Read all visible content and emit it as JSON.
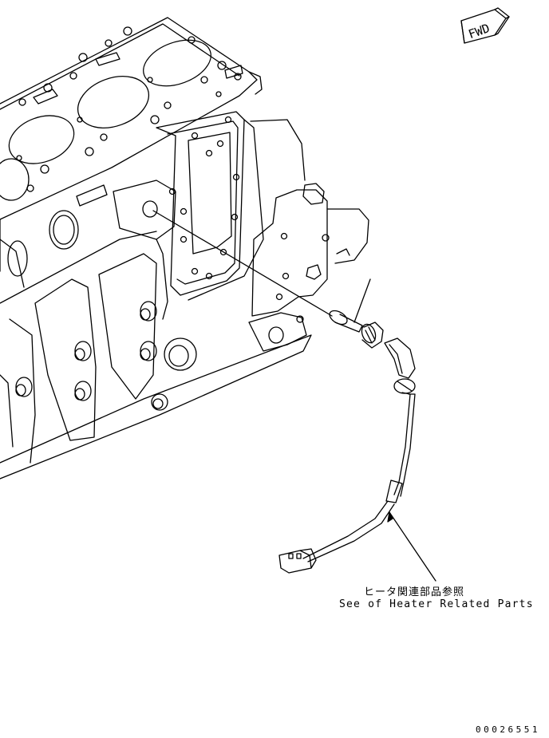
{
  "fwd_arrow": {
    "text": "FWD"
  },
  "callout": {
    "text_jp": "ヒータ関連部品参照",
    "text_en": "See of Heater Related Parts"
  },
  "drawing_number": "00026551",
  "colors": {
    "line": "#000000",
    "background": "#ffffff"
  }
}
